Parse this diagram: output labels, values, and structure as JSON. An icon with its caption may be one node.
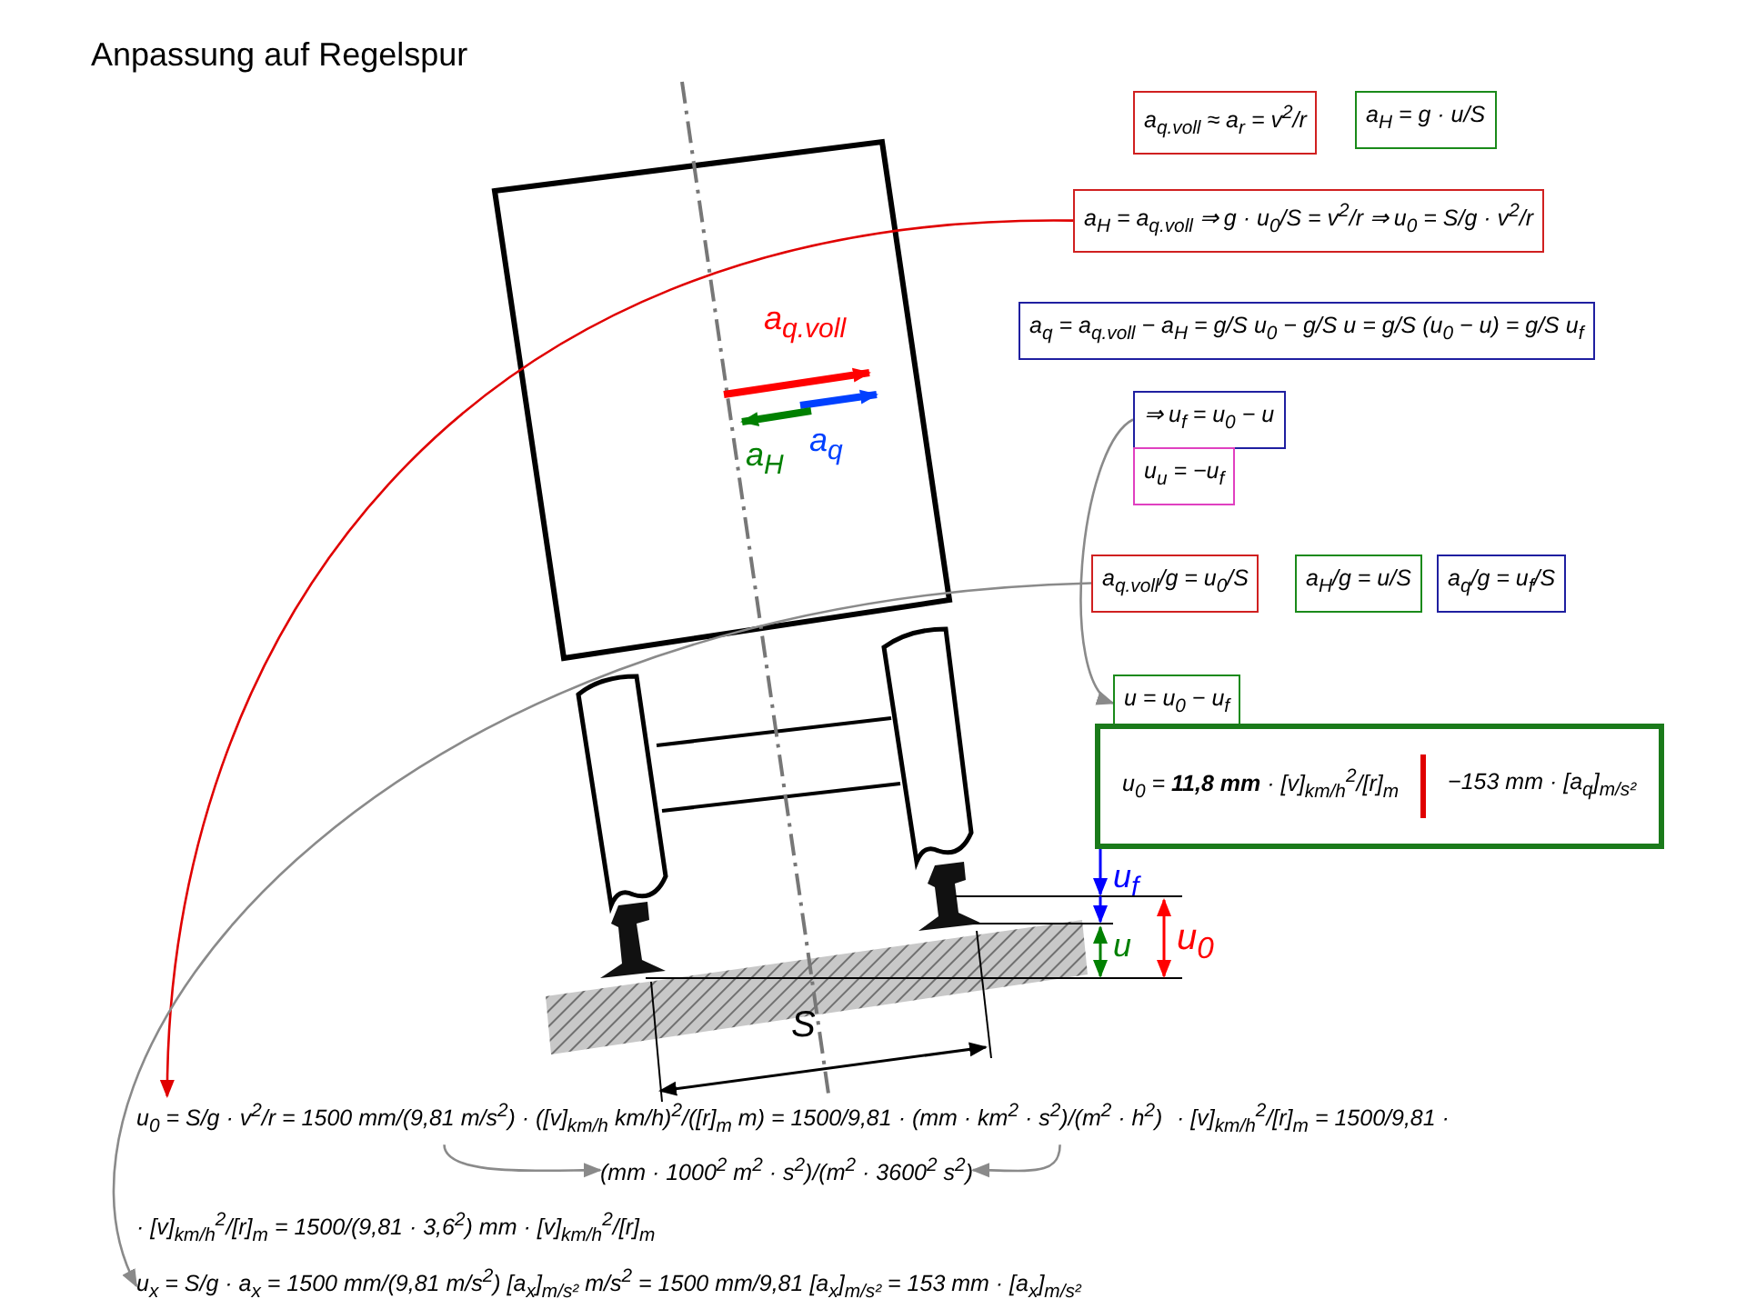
{
  "diagram": {
    "title": "Anpassung auf Regelspur",
    "nodes": [
      {
        "text": [
          "a$_{q.voll}$ ≈ a$_{r}$ = v$^{2}$/r"
        ]
      },
      {
        "text": [
          "a$_{H}$ = g · u/S"
        ]
      },
      {
        "text": [
          "a$_{H}$ = a$_{q.voll}$ ⇒ g · u$_{0}$/S = v$^{2}$/r ⇒ u$_{0}$ = S/g · v$^{2}$/r"
        ]
      },
      {
        "text": [
          "a$_{q}$ = a$_{q.voll}$ − a$_{H}$ = g/S u$_{0}$ − g/S u = g/S (u$_{0}$ − u) = g/S u$_{f}$"
        ]
      },
      {
        "text": [
          "⇒ u$_{f}$ = u$_{0}$ − u"
        ]
      },
      {
        "text": [
          "u$_{u}$ = −u$_{f}$"
        ]
      },
      {
        "text": [
          "a$_{q.voll}$/g = u$_{0}$/S"
        ]
      },
      {
        "text": [
          "a$_{H}$/g = u/S"
        ]
      },
      {
        "text": [
          "a$_{q}$/g = u$_{f}$/S"
        ]
      },
      {
        "text": [
          "u = u$_{0}$ − u$_{f}$"
        ]
      },
      {
        "text": [
          "u$_{0}$ = **11,8 mm** · [v]$_{km/h}$$^{2}$/[r]$_{m}$",
          "−153 mm · [a$_{q}$]$_{m/s²}$"
        ]
      },
      {
        "text": [
          "u$_{0}$ = S/g · v$^{2}$/r = 1500 mm/(9,81 m/s$^{2}$) · ([v]$_{km/h}$ km/h)$^{2}$/([r]$_{m}$ m) = 1500/9,81 · (mm · km$^{2}$ · s$^{2}$)/(m$^{2}$ · h$^{2}$)"
        ]
      },
      {
        "text": [
          "· [v]$_{km/h}$$^{2}$/[r]$_{m}$ = 1500/9,81 ·"
        ]
      },
      {
        "text": [
          "(mm · 1000$^{2}$ m$^{2}$ · s$^{2}$)/(m$^{2}$ · 3600$^{2}$ s$^{2}$)"
        ]
      },
      {
        "text": [
          "· [v]$_{km/h}$$^{2}$/[r]$_{m}$ = 1500/(9,81 · 3,6$^{2}$) mm · [v]$_{km/h}$$^{2}$/[r]$_{m}$"
        ]
      },
      {
        "text": [
          "u$_{x}$ = S/g · a$_{x}$ = 1500 mm/(9,81 m/s$^{2}$) [a$_{x}$]$_{m/s²}$ m/s$^{2}$ = 1500 mm/9,81 [a$_{x}$]$_{m/s²}$ = 153 mm · [a$_{x}$]$_{m/s²}$"
        ]
      }
    ],
    "edges": [
      {
        "from": 2,
        "to": 11,
        "arrow": "to",
        "color": "#e00000"
      },
      {
        "from": 6,
        "to": 15,
        "arrow": "to"
      },
      {
        "from": 4,
        "to": 9,
        "arrow": "to"
      },
      {
        "from": 11,
        "to": 13,
        "arrow": "to"
      },
      {
        "from": 11,
        "to": 13,
        "arrow": "to"
      }
    ],
    "labels": [
      "a$_{q.voll}$",
      "a$_{H}$",
      "a$_{q}$",
      "u$_{f}$",
      "u",
      "u$_{0}$",
      "S"
    ]
  }
}
